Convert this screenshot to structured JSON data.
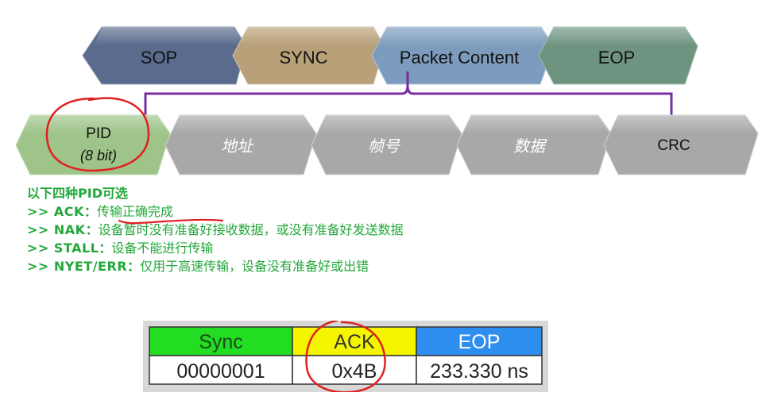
{
  "packet_segments": [
    {
      "label": "SOP",
      "color": "#5a6b8e"
    },
    {
      "label": "SYNC",
      "color": "#b8a078"
    },
    {
      "label": "Packet Content",
      "color": "#7d9cbd"
    },
    {
      "label": "EOP",
      "color": "#6e9481"
    }
  ],
  "content_fields": [
    {
      "label": "PID",
      "sublabel": "(8 bit)",
      "color": "#9ec48a"
    },
    {
      "label": "地址",
      "color": "#a8a8a8"
    },
    {
      "label": "帧号",
      "color": "#a8a8a8"
    },
    {
      "label": "数据",
      "color": "#a8a8a8"
    },
    {
      "label": "CRC",
      "color": "#a8a8a8"
    }
  ],
  "notes": {
    "heading_a": "以下四种",
    "heading_b": "PID",
    "heading_c": "可选",
    "items": [
      {
        "key": ">> ACK",
        "sep": "：",
        "desc": "传输正确完成"
      },
      {
        "key": ">> NAK",
        "sep": "：",
        "desc": "设备暂时没有准备好接收数据，或没有准备好发送数据"
      },
      {
        "key": ">> STALL",
        "sep": "：",
        "desc": "设备不能进行传输"
      },
      {
        "key": ">> NYET/ERR",
        "sep": "：",
        "desc": "仅用于高速传输，设备没有准备好或出错"
      }
    ]
  },
  "table": {
    "headers": [
      {
        "label": "Sync",
        "color": "#22dd22"
      },
      {
        "label": "ACK",
        "color": "#f5f500"
      },
      {
        "label": "EOP",
        "color": "#2e8ef0"
      }
    ],
    "values": [
      "00000001",
      "0x4B",
      "233.330 ns"
    ]
  },
  "colors": {
    "bracket": "#7a2e9e",
    "annotation": "#e02020",
    "notes_text": "#22a83a"
  }
}
